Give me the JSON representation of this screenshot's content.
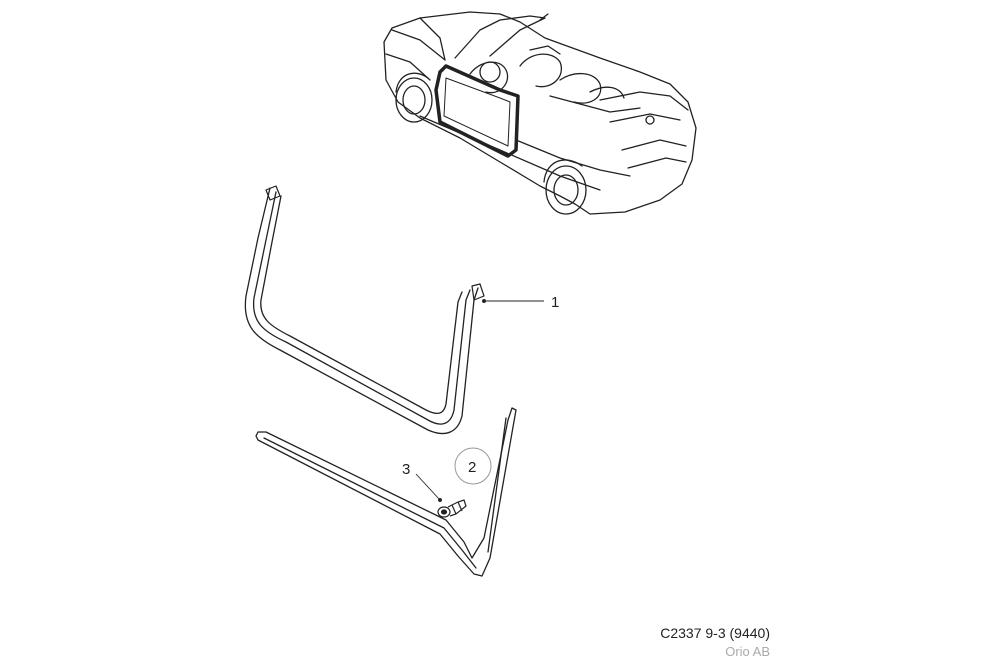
{
  "callouts": {
    "part_1": "1",
    "part_2": "2",
    "part_3": "3"
  },
  "caption": {
    "code": "C2337 9-3 (9440)",
    "company": "Orio AB"
  },
  "colors": {
    "line": "#222222",
    "caption_gray": "#aaaaaa"
  },
  "icons": [
    "convertible-car-icon",
    "door-seal-icon",
    "sill-seal-icon",
    "clip-icon"
  ]
}
